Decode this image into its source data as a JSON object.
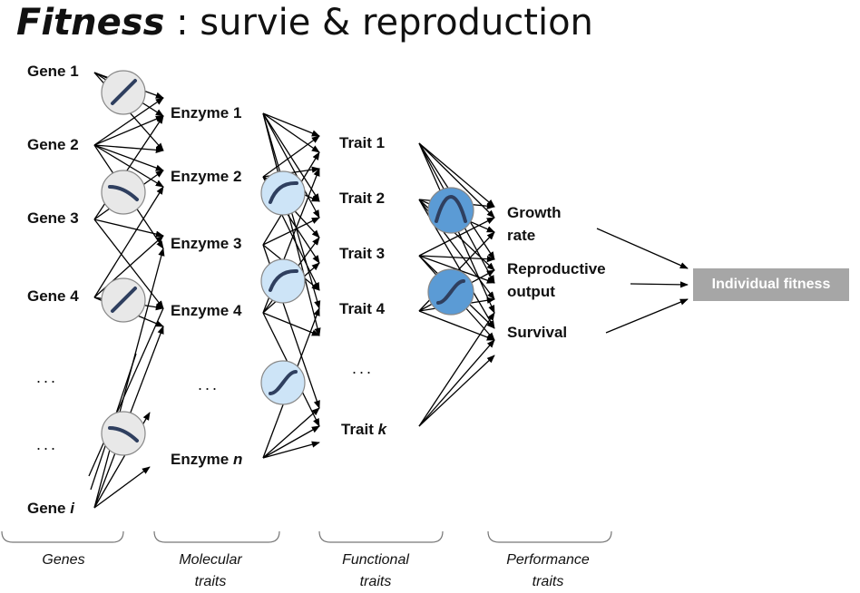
{
  "title": {
    "emphasis": "Fitness",
    "rest": " : survie & reproduction"
  },
  "genes": [
    "Gene 1",
    "Gene 2",
    "Gene 3",
    "Gene 4",
    "Gene"
  ],
  "gene_i_suffix": "i",
  "ellipsis": "...",
  "enzymes": [
    "Enzyme 1",
    "Enzyme 2",
    "Enzyme 3",
    "Enzyme 4",
    "Enzyme"
  ],
  "enzyme_n_suffix": "n",
  "traits": [
    "Trait 1",
    "Trait 2",
    "Trait 3",
    "Trait 4",
    "Trait"
  ],
  "trait_k_suffix": "k",
  "performance": {
    "growth_line1": "Growth",
    "growth_line2": "rate",
    "repro_line1": "Reproductive",
    "repro_line2": "output",
    "survival": "Survival"
  },
  "individual_fitness": "Individual fitness",
  "categories": {
    "genes": "Genes",
    "molecular_line1": "Molecular",
    "molecular_line2": "traits",
    "functional_line1": "Functional",
    "functional_line2": "traits",
    "performance_line1": "Performance",
    "performance_line2": "traits"
  },
  "colors": {
    "gene_circle": "#e8e8e8",
    "molecular_circle": "#cde4f7",
    "functional_circle": "#5b9bd5",
    "curve": "#2f3f5f",
    "fitness_box": "#a6a6a6"
  },
  "function_curves": [
    "decreasing",
    "increasing",
    "saturating",
    "sigmoid",
    "hump"
  ]
}
